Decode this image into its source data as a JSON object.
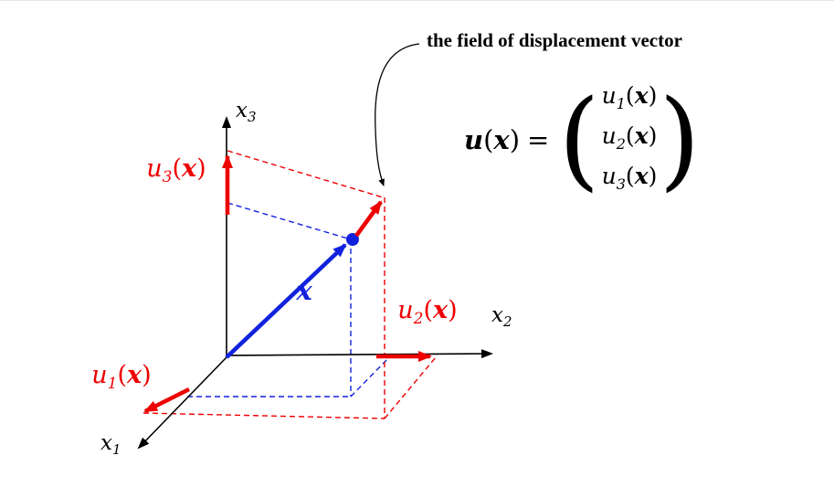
{
  "colors": {
    "axis_black": "#000000",
    "position_vector_blue": "#1122dd",
    "displacement_red": "#ee0000"
  },
  "annotation": {
    "text": "the field of displacement vector"
  },
  "axes": {
    "x1": {
      "base": "x",
      "sub": "1"
    },
    "x2": {
      "base": "x",
      "sub": "2"
    },
    "x3": {
      "base": "x",
      "sub": "3"
    }
  },
  "vectors": {
    "x": {
      "label": "x"
    },
    "u1": {
      "base": "u",
      "sub": "1",
      "open": "(",
      "arg": "x",
      "close": ")"
    },
    "u2": {
      "base": "u",
      "sub": "2",
      "open": "(",
      "arg": "x",
      "close": ")"
    },
    "u3": {
      "base": "u",
      "sub": "3",
      "open": "(",
      "arg": "x",
      "close": ")"
    }
  },
  "equation": {
    "lhs": {
      "base": "u",
      "open": "(",
      "arg": "x",
      "close": ")",
      "equals": "="
    },
    "open_paren": "(",
    "close_paren": ")",
    "rows": [
      {
        "base": "u",
        "sub": "1",
        "open": "(",
        "arg": "x",
        "close": ")"
      },
      {
        "base": "u",
        "sub": "2",
        "open": "(",
        "arg": "x",
        "close": ")"
      },
      {
        "base": "u",
        "sub": "3",
        "open": "(",
        "arg": "x",
        "close": ")"
      }
    ]
  }
}
